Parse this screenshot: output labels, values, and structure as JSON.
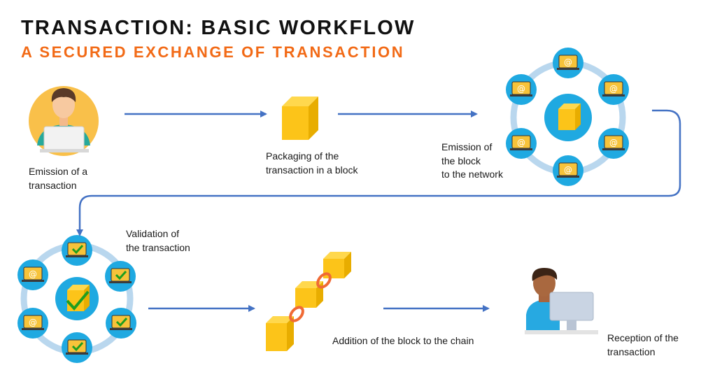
{
  "title": "TRANSACTION: BASIC WORKFLOW",
  "subtitle": "A SECURED EXCHANGE OF TRANSACTION",
  "colors": {
    "title": "#111111",
    "subtitle": "#f26a16",
    "arrow": "#4472c4",
    "block": "#fcc419",
    "node": "#1fa9e1",
    "ring": "#b9d7ee",
    "chain_link": "#f06a35"
  },
  "steps": [
    {
      "icon": "person-laptop-icon",
      "lines": [
        "Emission of a",
        "transaction"
      ]
    },
    {
      "icon": "block-cube-icon",
      "lines": [
        "Packaging of the",
        "transaction in a block"
      ]
    },
    {
      "icon": "network-broadcast-icon",
      "lines": [
        "Emission of",
        "the block",
        "to the network"
      ]
    },
    {
      "icon": "network-validation-icon",
      "lines": [
        "Validation of",
        "the transaction"
      ]
    },
    {
      "icon": "chain-blocks-icon",
      "lines": [
        "Addition of the block to the chain"
      ]
    },
    {
      "icon": "person-monitor-icon",
      "lines": [
        "Reception of the",
        "transaction"
      ]
    }
  ]
}
